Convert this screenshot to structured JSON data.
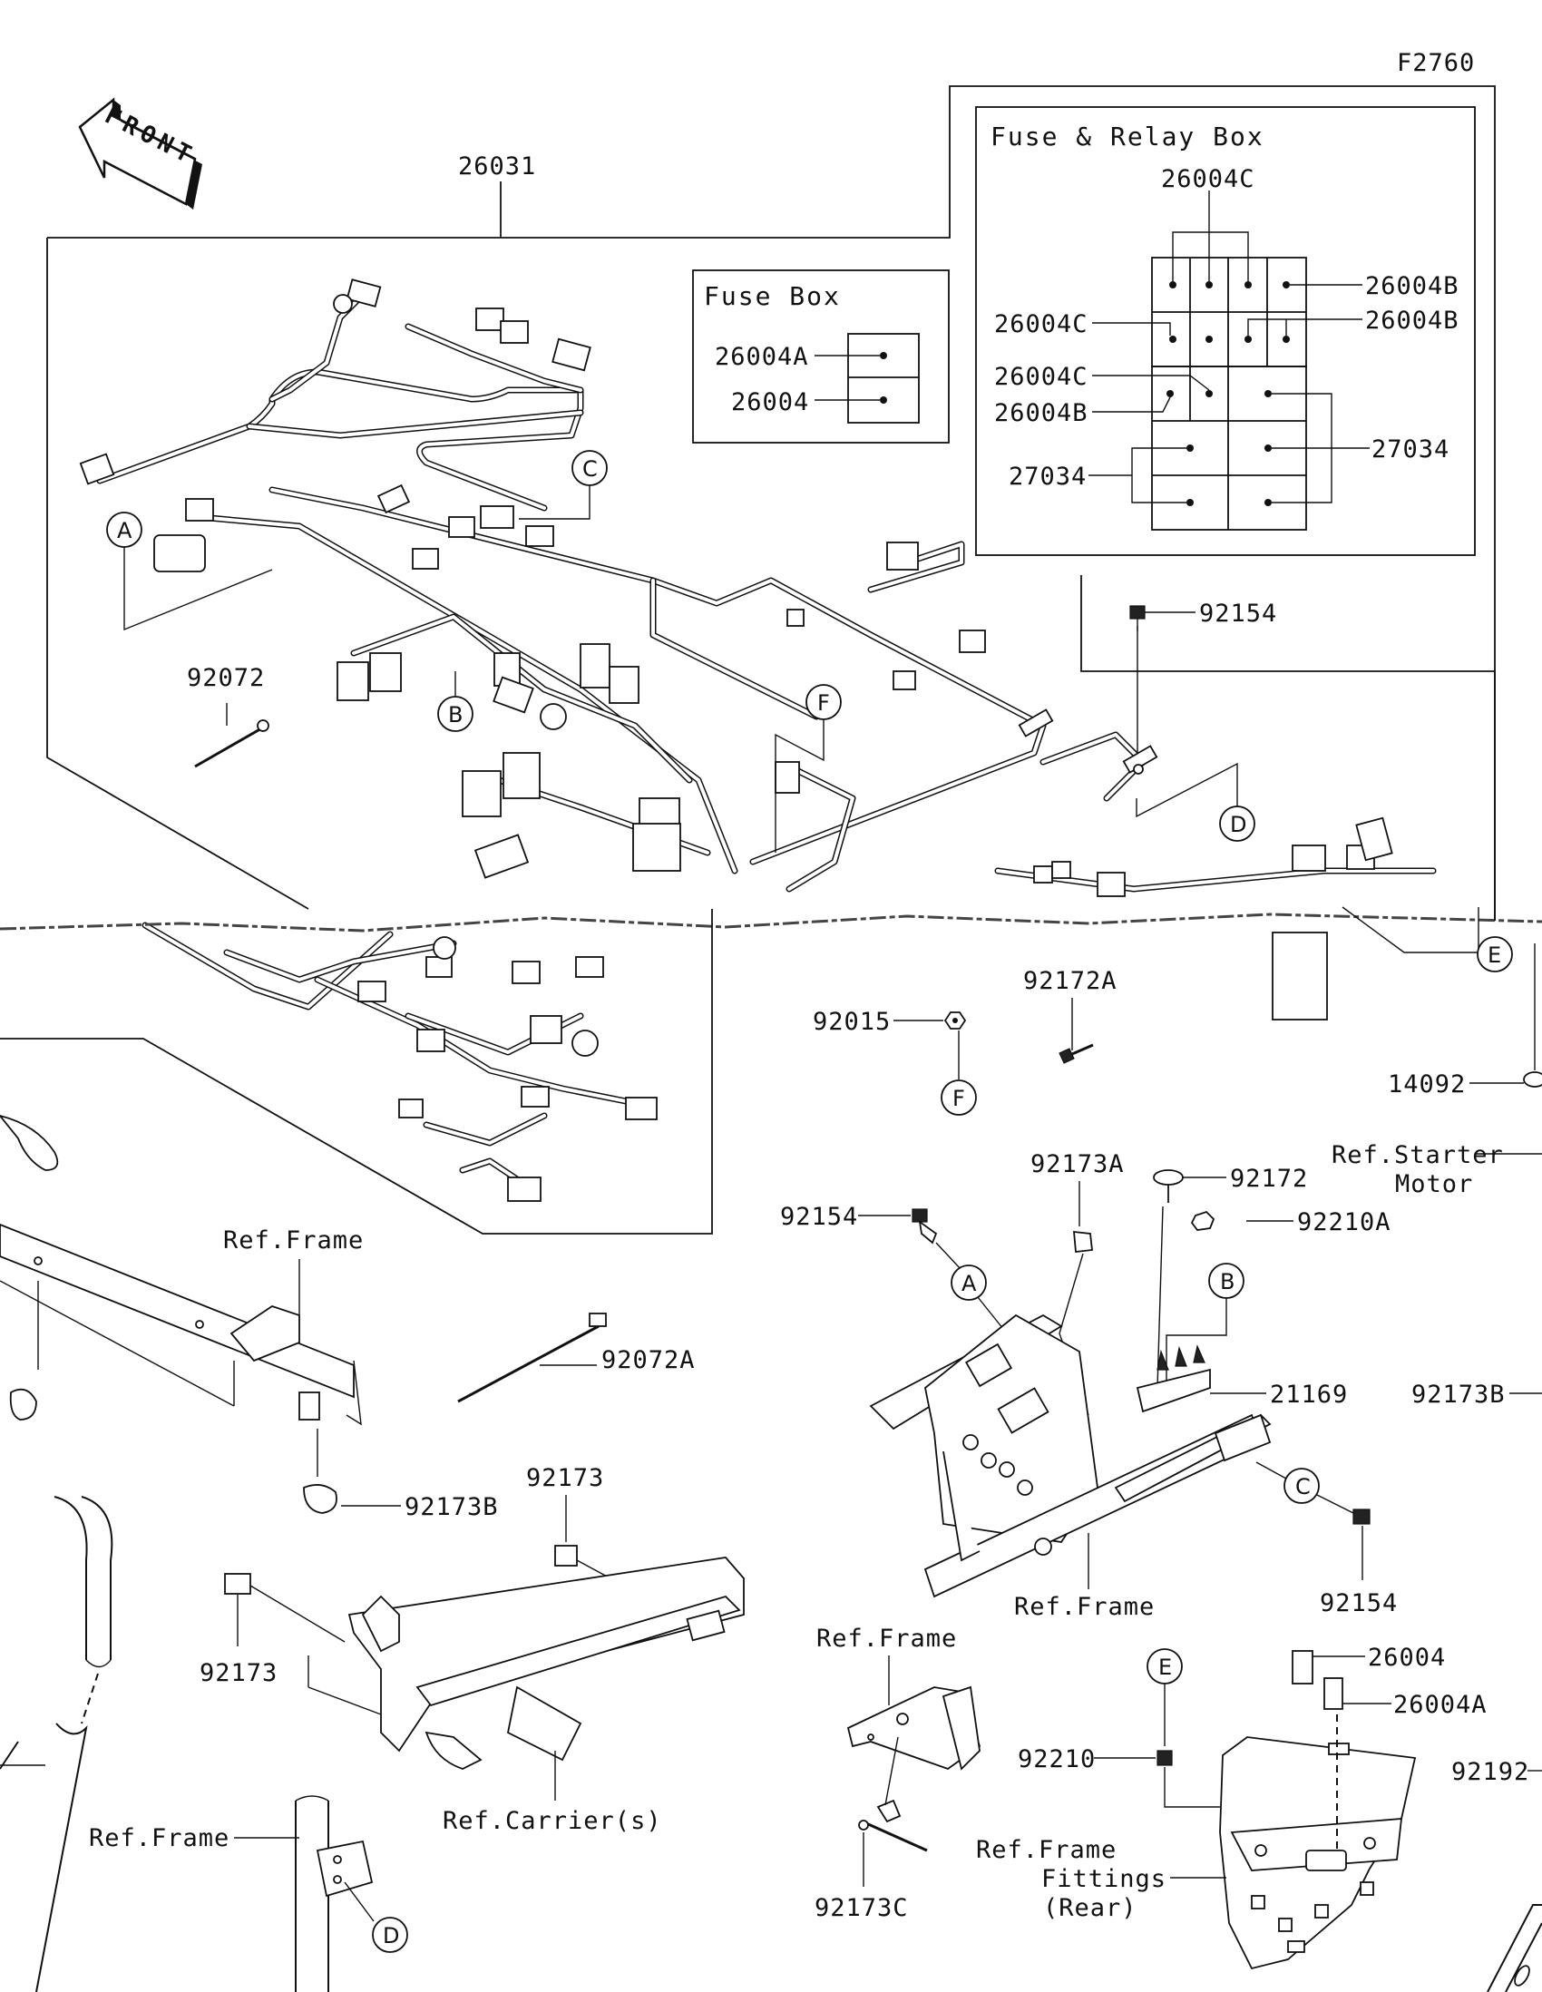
{
  "figure_code": "F2760",
  "front_label": "FRONT",
  "fuse_box": {
    "title": "Fuse Box",
    "labels": [
      "26004A",
      "26004"
    ]
  },
  "fuse_relay_box": {
    "title": "Fuse & Relay Box",
    "labels": [
      "26004C",
      "26004B",
      "26004C",
      "26004B",
      "26004C",
      "26004B",
      "27034",
      "27034"
    ]
  },
  "callouts": {
    "harness_main": "26031",
    "tie_left": "92072",
    "bolt_92154_top": "92154",
    "nut_92015": "92015",
    "bolt_92172A": "92172A",
    "grommet_14092": "14092",
    "ref_starter_1": "Ref.Starter",
    "ref_starter_2": "Motor",
    "clamp_92173A": "92173A",
    "bolt_92172": "92172",
    "nut_92210A": "92210A",
    "bolt_92154_mid": "92154",
    "bracket_21169": "21169",
    "clamp_92173B_right": "92173B",
    "ref_frame_left": "Ref.Frame",
    "tie_92072A": "92072A",
    "clamp_92173B": "92173B",
    "clamp_92173_top": "92173",
    "clamp_92173_left": "92173",
    "ref_carrier": "Ref.Carrier(s)",
    "ref_frame_bottom_left": "Ref.Frame",
    "ref_frame_mid": "Ref.Frame",
    "clamp_92173C": "92173C",
    "ref_frame_right": "Ref.Frame",
    "bolt_92154_bottom": "92154",
    "fuse_26004": "26004",
    "fuse_26004A": "26004A",
    "nut_92210": "92210",
    "ref_frame_fittings_1": "Ref.Frame",
    "ref_frame_fittings_2": "Fittings",
    "ref_frame_fittings_3": "(Rear)",
    "part_92192": "92192"
  },
  "circle_letters": {
    "A_harness": "A",
    "B_harness": "B",
    "C_harness": "C",
    "D_harness": "D",
    "E_harness": "E",
    "F_harness": "F",
    "F_nut": "F",
    "A_frame": "A",
    "B_frame": "B",
    "C_frame": "C",
    "E_lower": "E",
    "D_lower": "D"
  }
}
